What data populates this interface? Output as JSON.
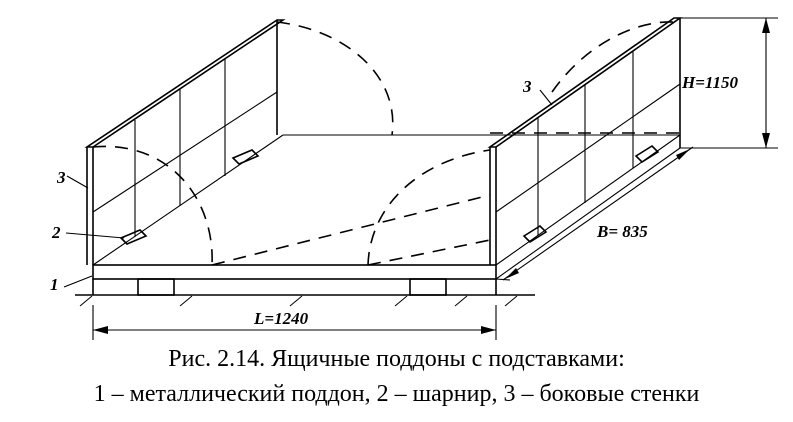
{
  "labels": {
    "num1": "1",
    "num2": "2",
    "num3_left": "3",
    "num3_right": "3",
    "length": "L=1240",
    "width": "B= 835",
    "height": "H=1150"
  },
  "caption": {
    "line1": "Рис. 2.14. Ящичные поддоны с подставками:",
    "line2": "1 – металлический поддон, 2 – шарнир, 3 – боковые стенки"
  }
}
